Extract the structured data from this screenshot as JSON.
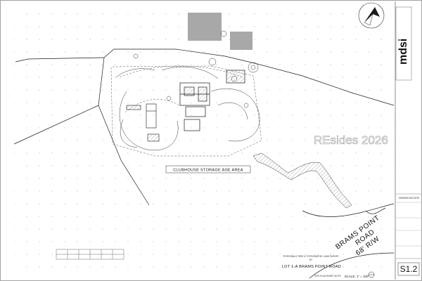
{
  "labels": {
    "storage_area": "CLUBHOUSE STORAGE AGE AREA",
    "road_name_1": "BRAMS POINT",
    "road_name_2": "ROAD",
    "road_width": "68' R/W",
    "lot_caption": "LOT 1-A BRAMS POINT ROAD",
    "survey_caption": "TR REGNALS TREE & TOPOGRAPHIC LAND SURVEY",
    "survey_by": "BY",
    "plan_caption": "SITE PLAN  SHEET NOTE",
    "scale_caption": "SCALE: 1\" = 100'",
    "watermark": "REsides 2026"
  },
  "title_block": {
    "logo": "mdsi",
    "sheet_number": "S1.2",
    "dim_label": "DIMENSIONS",
    "date_label": "DATE"
  },
  "icons": {
    "north_arrow": "north-arrow-icon",
    "section_marker": "section-marker-icon"
  },
  "colors": {
    "ink": "#1a1a1a",
    "light_ink": "#8a8a8a",
    "hatch": "#c8c8c8",
    "paper": "#ffffff"
  }
}
